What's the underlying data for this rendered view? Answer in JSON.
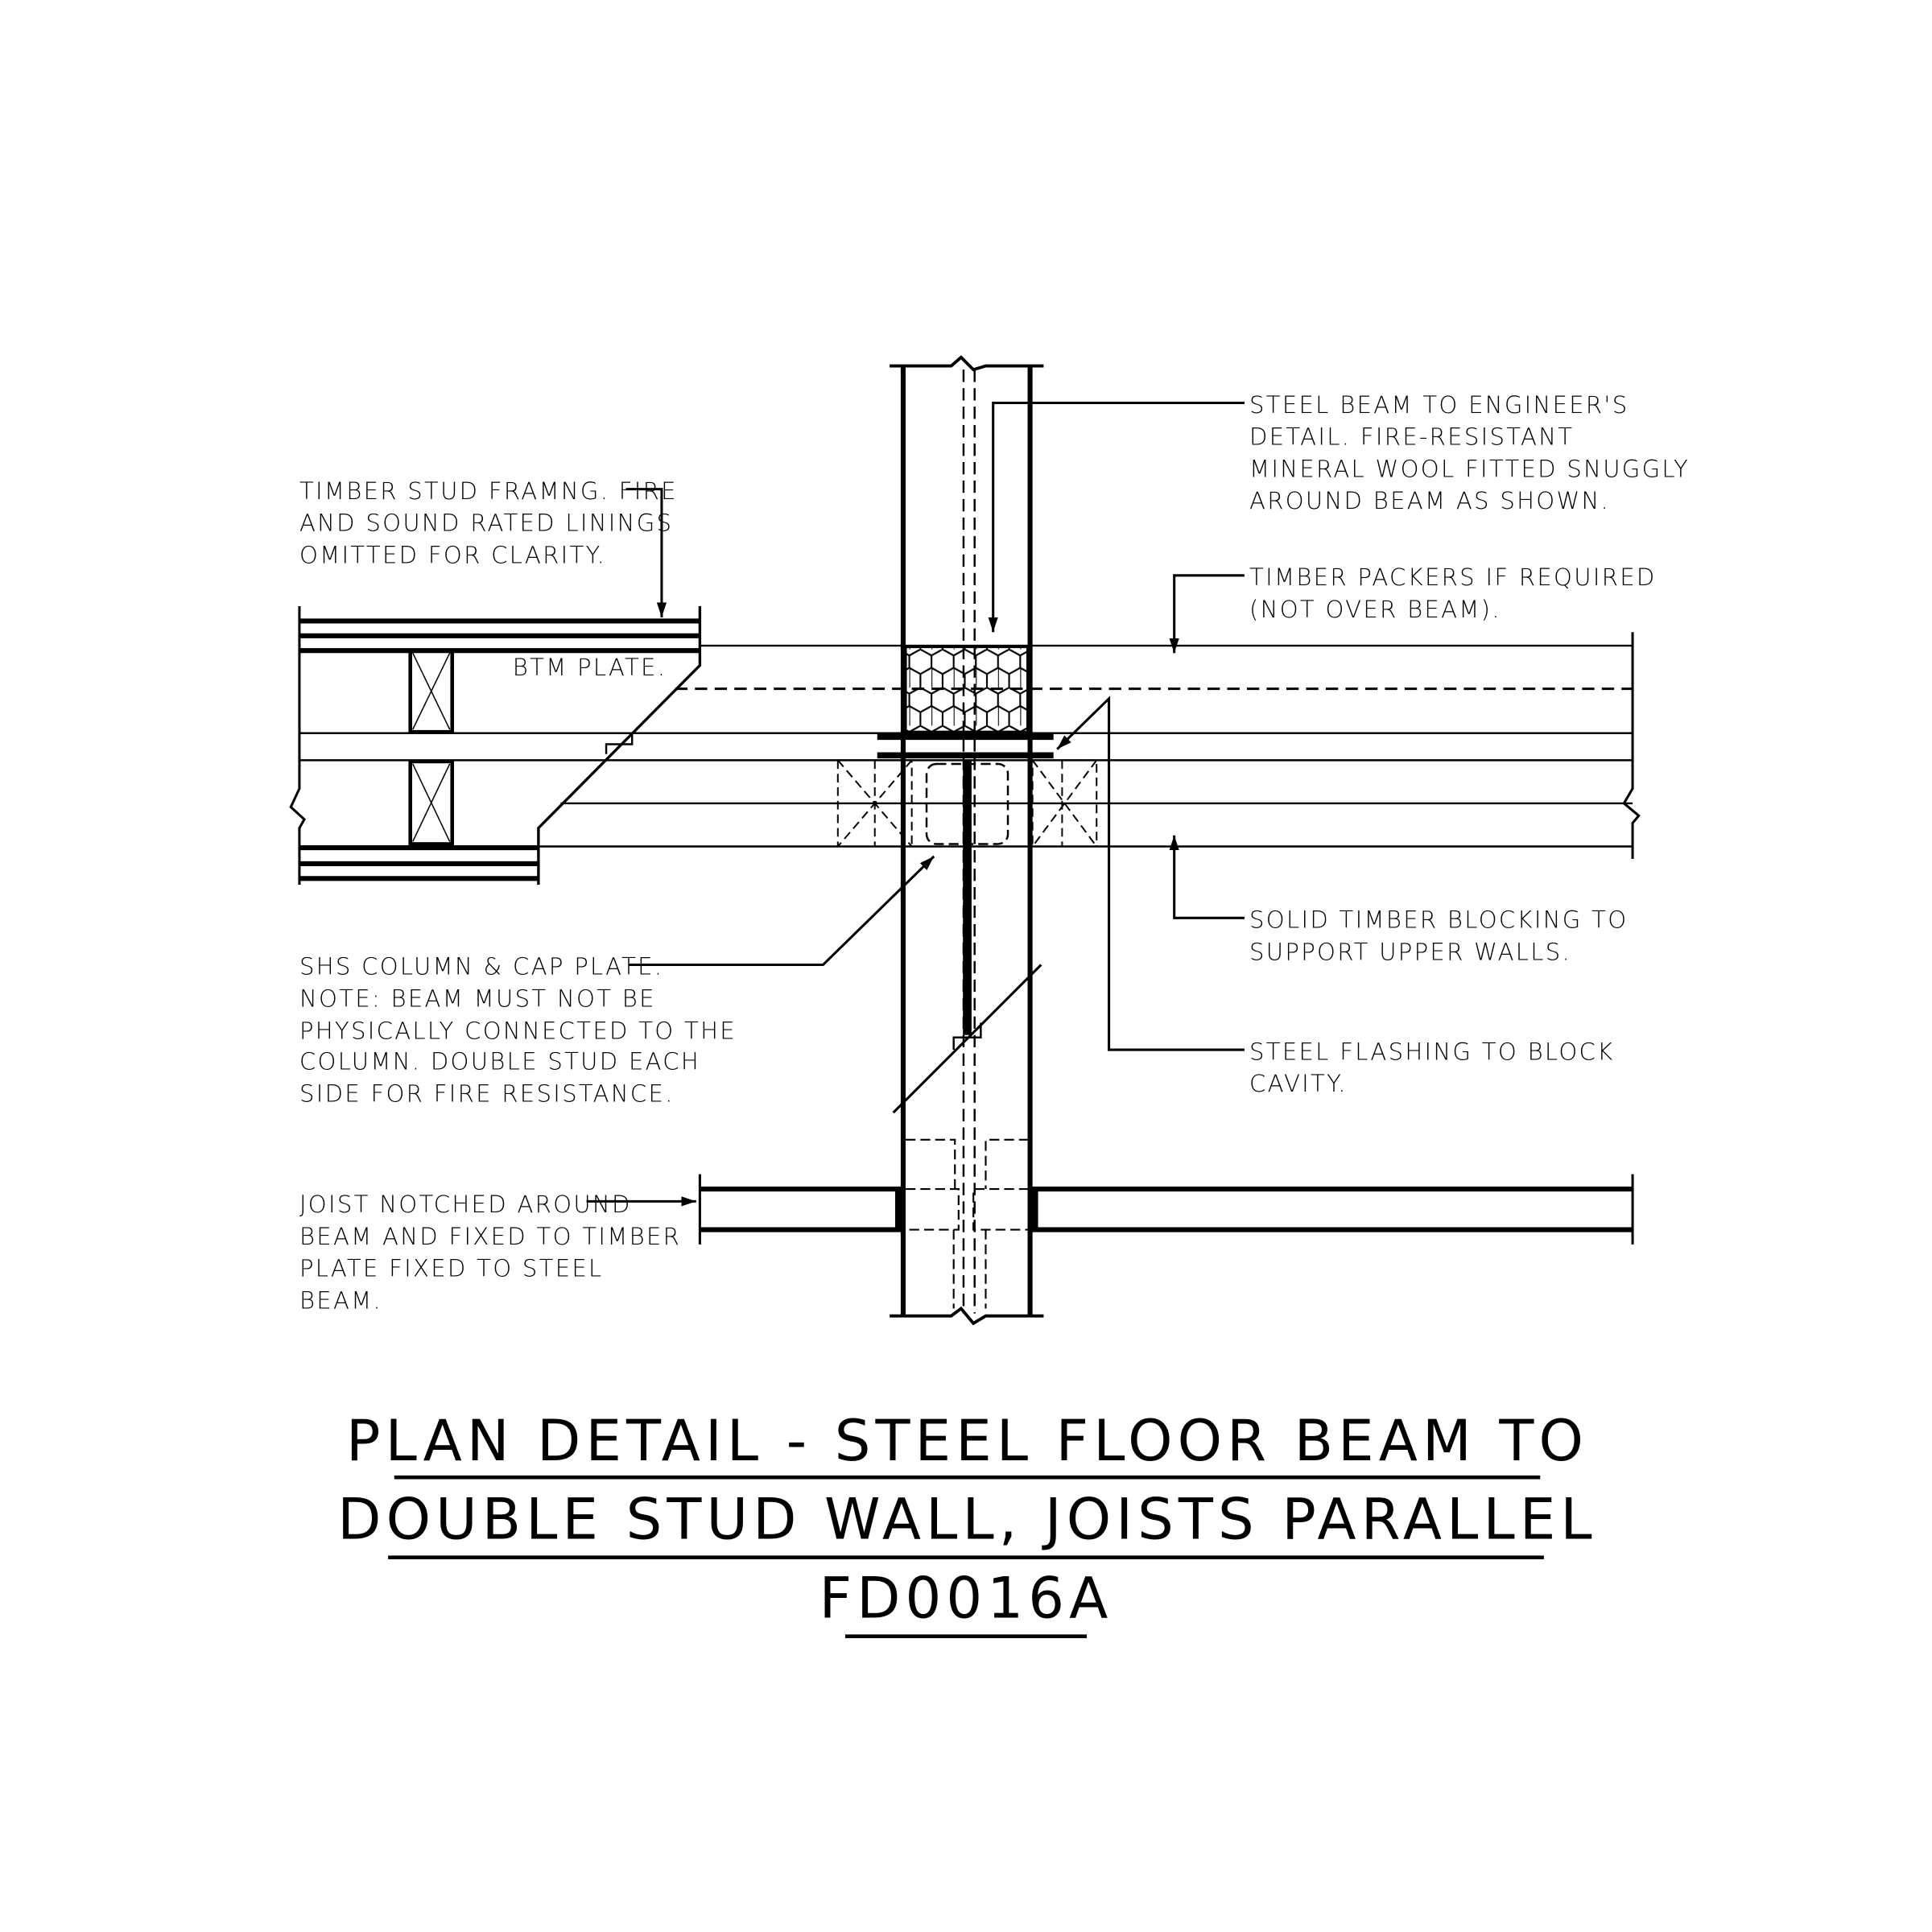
{
  "notes": {
    "timber_stud": [
      "TIMBER STUD FRAMNG. FIRE",
      "AND SOUND RATED LININGS",
      "OMITTED FOR CLARITY."
    ],
    "btm_plate": "BTM PLATE.",
    "steel_beam": [
      "STEEL BEAM TO ENGINEER'S",
      "DETAIL. FIRE-RESISTANT",
      "MINERAL WOOL FITTED SNUGGLY",
      "AROUND BEAM AS SHOWN."
    ],
    "timber_packers": [
      "TIMBER PACKERS IF REQUIRED",
      "(NOT OVER BEAM)."
    ],
    "solid_blocking": [
      "SOLID TIMBER BLOCKING TO",
      "SUPPORT UPPER WALLS."
    ],
    "steel_flashing": [
      "STEEL FLASHING TO BLOCK",
      "CAVITY."
    ],
    "shs_column": [
      "SHS COLUMN & CAP PLATE.",
      "NOTE: BEAM MUST NOT BE",
      "PHYSICALLY CONNECTED TO THE",
      "COLUMN. DOUBLE STUD EACH",
      "SIDE FOR FIRE RESISTANCE."
    ],
    "joist": [
      "JOIST NOTCHED AROUND",
      "BEAM AND FIXED TO TIMBER",
      "PLATE FIXED TO STEEL",
      "BEAM."
    ]
  },
  "title": {
    "line1": "PLAN DETAIL - STEEL FLOOR BEAM TO",
    "line2": "DOUBLE STUD WALL, JOISTS PARALLEL",
    "code": "FD0016A"
  }
}
